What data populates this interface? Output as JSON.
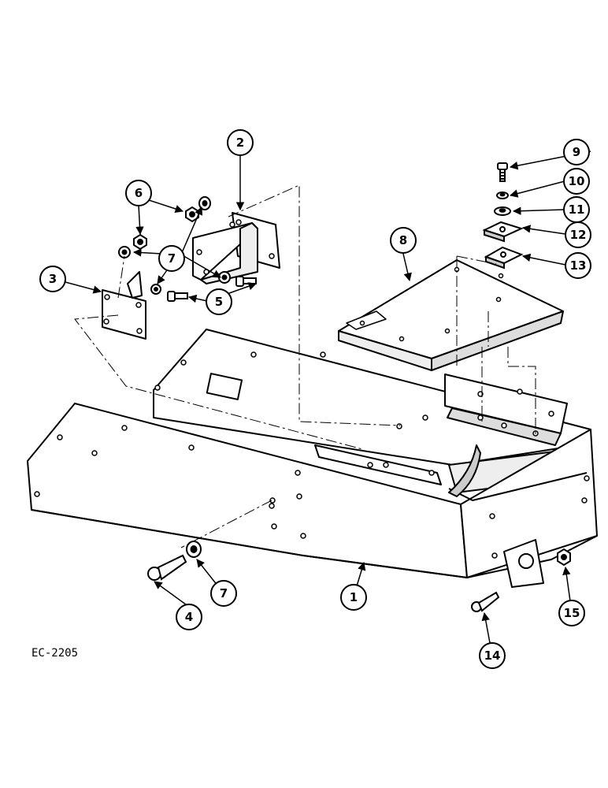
{
  "callouts": [
    {
      "id": "c1",
      "label": "1"
    },
    {
      "id": "c2",
      "label": "2"
    },
    {
      "id": "c3",
      "label": "3"
    },
    {
      "id": "c4",
      "label": "4"
    },
    {
      "id": "c5",
      "label": "5"
    },
    {
      "id": "c6",
      "label": "6"
    },
    {
      "id": "c7a",
      "label": "7"
    },
    {
      "id": "c7b",
      "label": "7"
    },
    {
      "id": "c8",
      "label": "8"
    },
    {
      "id": "c9",
      "label": "9"
    },
    {
      "id": "c10",
      "label": "10"
    },
    {
      "id": "c11",
      "label": "11"
    },
    {
      "id": "c12",
      "label": "12"
    },
    {
      "id": "c13",
      "label": "13"
    },
    {
      "id": "c14",
      "label": "14"
    },
    {
      "id": "c15",
      "label": "15"
    }
  ],
  "caption": "EC-2205",
  "colors": {
    "ink": "#000000",
    "paper": "#ffffff",
    "shade": "#d9d9d9"
  }
}
